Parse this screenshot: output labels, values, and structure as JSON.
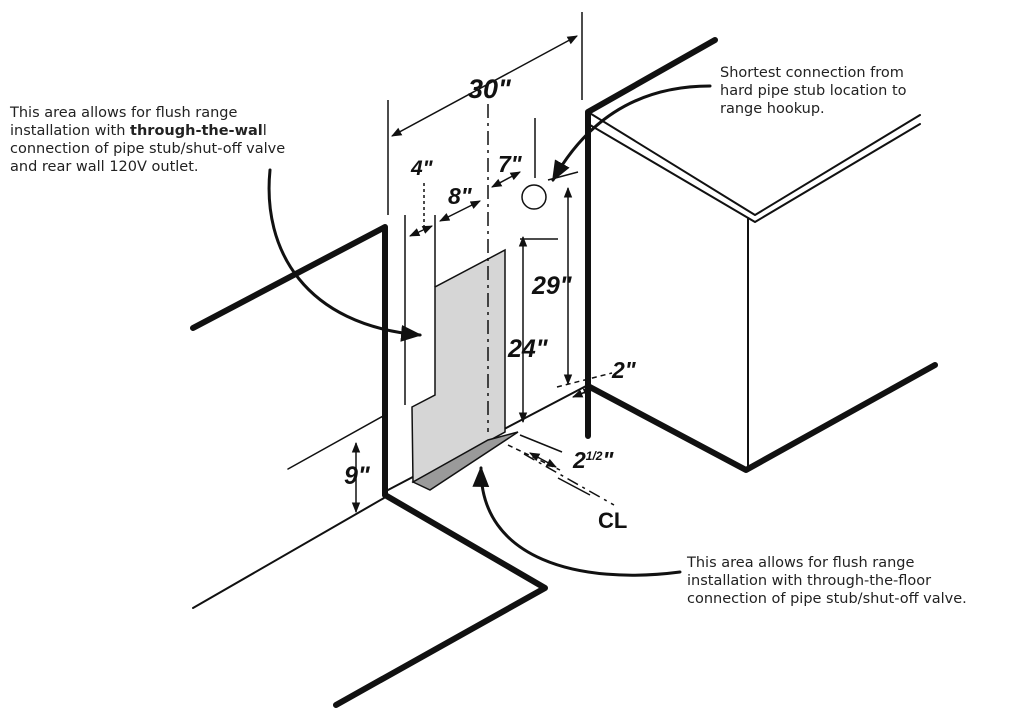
{
  "callouts": {
    "wall": {
      "line1": "This area allows for flush range",
      "line2_prefix": "installation with ",
      "line2_bold": "through-the-wal",
      "line2_suffix": "l",
      "line3": "connection of pipe stub/shut-off valve",
      "line4": "and rear wall 120V outlet."
    },
    "shortest": {
      "line1": "Shortest connection from",
      "line2": "hard pipe stub location to",
      "line3": "range hookup."
    },
    "floor": {
      "line1": "This area allows for flush range",
      "line2": "installation with through-the-floor",
      "line3": "connection of pipe stub/shut-off valve."
    }
  },
  "dimensions": {
    "width_30": "30\"",
    "offset_4": "4\"",
    "width_8": "8\"",
    "offset_7": "7\"",
    "height_29": "29\"",
    "height_24": "24\"",
    "offset_2": "2\"",
    "offset_2_half": "2",
    "half_fraction": "1/2",
    "height_9": "9\""
  },
  "centerline_label": "CL",
  "colors": {
    "line": "#111111",
    "wall_area_fill": "#d6d6d6",
    "floor_strip_fill": "#9a9a9a"
  }
}
